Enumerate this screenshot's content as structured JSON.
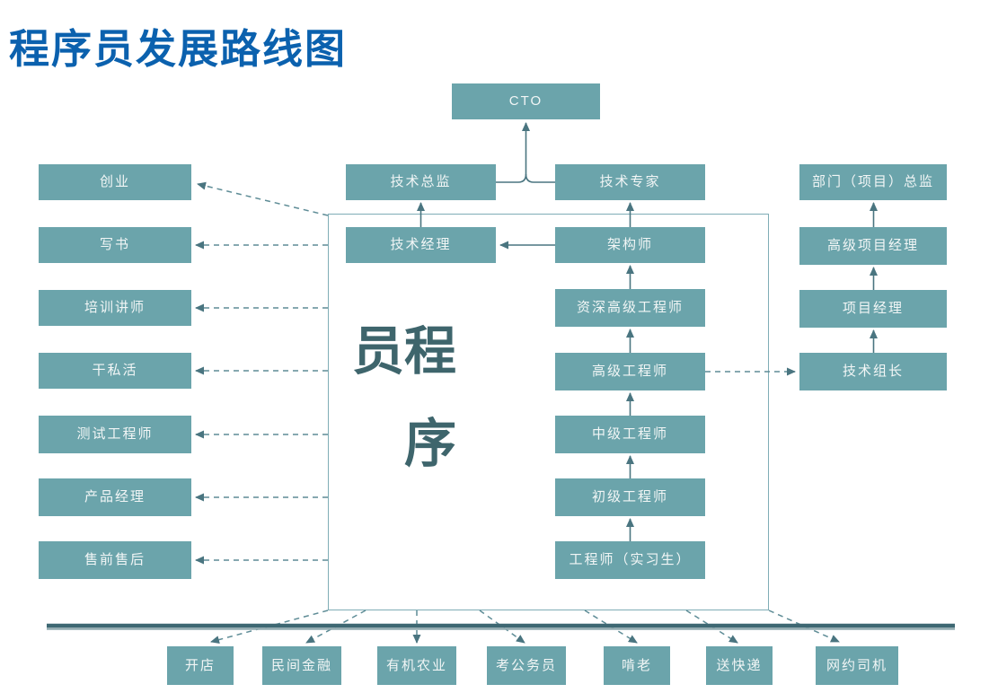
{
  "title": "程序员发展路线图",
  "center_label": "程序员",
  "colors": {
    "title_color": "#0b61ae",
    "box_fill": "#6ba4ab",
    "box_text": "#f2f6f6",
    "center_text": "#3e656c",
    "line_color": "#4a7580",
    "dash_color": "#5e8c96",
    "thick_line": "#3e6873",
    "thick_line_2": "#92abb0",
    "container_border": "#7fadb6"
  },
  "nodes": {
    "cto": "CTO",
    "tech_director": "技术总监",
    "tech_expert": "技术专家",
    "tech_manager": "技术经理",
    "architect": "架构师",
    "staff_senior_engineer": "资深高级工程师",
    "senior_engineer": "高级工程师",
    "mid_engineer": "中级工程师",
    "junior_engineer": "初级工程师",
    "intern_engineer": "工程师（实习生）",
    "dept_director": "部门（项目）总监",
    "senior_pm": "高级项目经理",
    "pm": "项目经理",
    "tech_lead": "技术组长",
    "startup": "创业",
    "write_books": "写书",
    "trainer": "培训讲师",
    "freelance": "干私活",
    "test_engineer": "测试工程师",
    "product_manager": "产品经理",
    "presales": "售前售后",
    "open_shop": "开店",
    "private_finance": "民间金融",
    "organic_farming": "有机农业",
    "civil_service": "考公务员",
    "live_off_parents": "啃老",
    "courier": "送快递",
    "ride_hailing": "网约司机"
  }
}
